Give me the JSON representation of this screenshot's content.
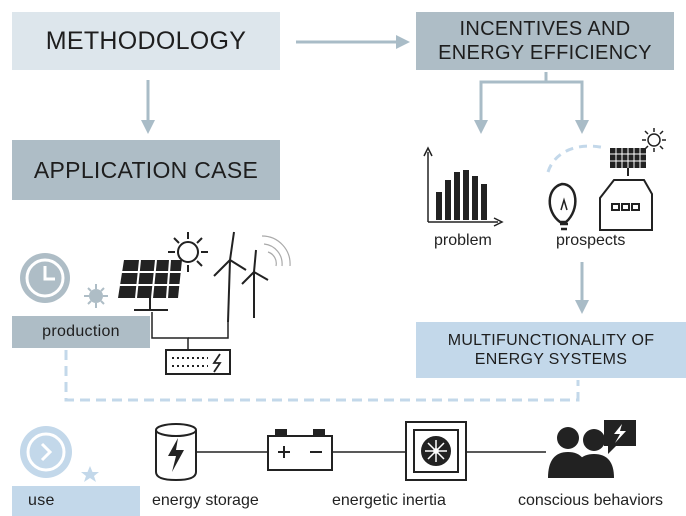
{
  "methodology": "METHODOLOGY",
  "incentives": {
    "line1": "INCENTIVES AND",
    "line2": "ENERGY EFFICIENCY"
  },
  "application_case": "APPLICATION CASE",
  "problem": "problem",
  "prospects": "prospects",
  "multifunctionality": {
    "line1": "MULTIFUNCTIONALITY OF",
    "line2": "ENERGY SYSTEMS"
  },
  "production": "production",
  "use": "use",
  "energy_storage": "energy storage",
  "energetic_inertia": "energetic inertia",
  "conscious_behaviors": "conscious behaviors",
  "colors": {
    "box_light": "#dde6ec",
    "box_mid": "#aebdc6",
    "box_blue": "#c3d8ea",
    "arrow": "#a9bcc7"
  }
}
